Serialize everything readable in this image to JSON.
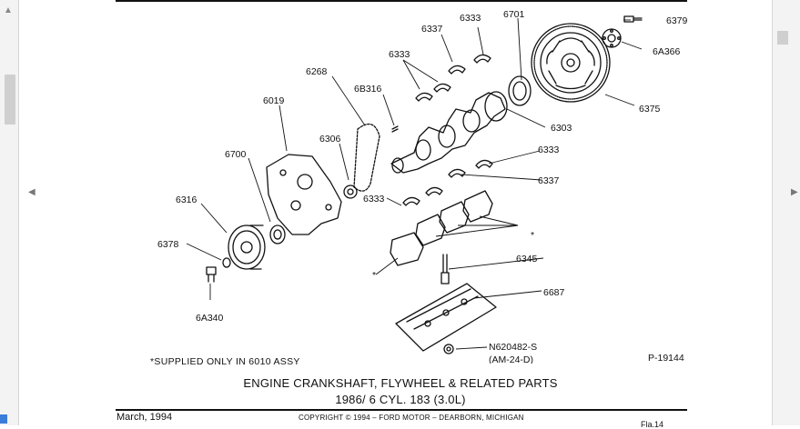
{
  "viewer": {
    "prev_arrow": "◀",
    "next_arrow": "▶",
    "scroll_up": "▲"
  },
  "diagram": {
    "part_numbers": {
      "p6333_top": "6333",
      "p6701": "6701",
      "p6379": "6379",
      "p6337_top": "6337",
      "p6333_upper": "6333",
      "p6A366": "6A366",
      "p6268": "6268",
      "p6B316": "6B316",
      "p6019": "6019",
      "p6375": "6375",
      "p6303": "6303",
      "p6306": "6306",
      "p6700": "6700",
      "p6333_mid": "6333",
      "p6337_mid": "6337",
      "p6333_lower": "6333",
      "p6316": "6316",
      "p6378": "6378",
      "p6345": "6345",
      "p6687": "6687",
      "p6A340": "6A340",
      "pN620482": "N620482-S",
      "pAM24D": "(AM-24-D)"
    },
    "asterisk": "*"
  },
  "note": "*SUPPLIED ONLY IN 6010 ASSY",
  "illustration_number": "P-19144",
  "title_line1": "ENGINE CRANKSHAFT, FLYWHEEL & RELATED PARTS",
  "title_line2": "1986/ 6 CYL. 183 (3.0L)",
  "footer": {
    "date": "March, 1994",
    "copyright": "COPYRIGHT © 1994 – FORD MOTOR – DEARBORN, MICHIGAN",
    "tail": "Fla.14"
  }
}
